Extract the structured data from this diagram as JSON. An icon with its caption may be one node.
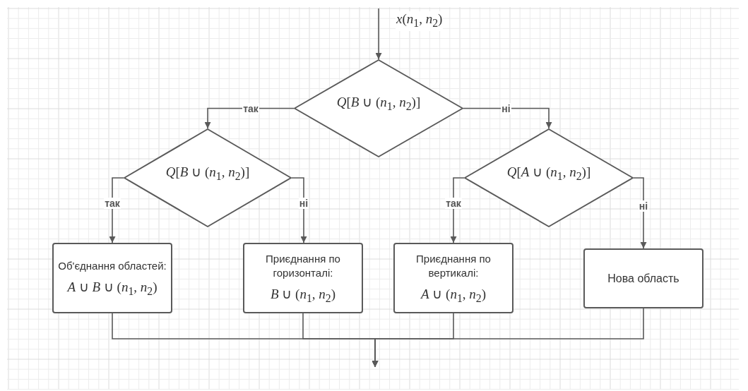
{
  "diagram": {
    "nodes": [
      {
        "text": [
          "*Q*[*B* ∪ (*n*$_{1}$, *n*$_{2}$)]"
        ]
      },
      {
        "text": [
          "*Q*[*B* ∪ (*n*$_{1}$, *n*$_{2}$)]"
        ]
      },
      {
        "text": [
          "*Q*[*A* ∪ (*n*$_{1}$, *n*$_{2}$)]"
        ]
      },
      {
        "text": [
          "Об'єднання областей:",
          "*A* ∪ *B* ∪ (*n*$_{1}$, *n*$_{2}$)"
        ]
      },
      {
        "text": [
          "Приєднання по горизонталі:",
          "*B* ∪ (*n*$_{1}$, *n*$_{2}$)"
        ]
      },
      {
        "text": [
          "Приєднання по вертикалі:",
          "*A* ∪ (*n*$_{1}$, *n*$_{2}$)"
        ]
      },
      {
        "text": [
          "Нова область"
        ]
      }
    ],
    "edges": [
      {
        "from": null,
        "to": 0,
        "arrow": "to",
        "label": "*x*(*n*$_{1}$, *n*$_{2}$)"
      },
      {
        "from": 0,
        "to": 1,
        "arrow": "to",
        "label": "так"
      },
      {
        "from": 0,
        "to": 2,
        "arrow": "to",
        "label": "ні"
      },
      {
        "from": 1,
        "to": 3,
        "arrow": "to",
        "label": "так"
      },
      {
        "from": 1,
        "to": 4,
        "arrow": "to",
        "label": "ні"
      },
      {
        "from": 2,
        "to": 5,
        "arrow": "to",
        "label": "так"
      },
      {
        "from": 2,
        "to": 6,
        "arrow": "to",
        "label": "ні"
      },
      {
        "from": 3,
        "to": null,
        "arrow": "to"
      },
      {
        "from": 4,
        "to": null,
        "arrow": "to"
      },
      {
        "from": 5,
        "to": null,
        "arrow": "to"
      },
      {
        "from": 6,
        "to": null,
        "arrow": "to"
      }
    ]
  }
}
